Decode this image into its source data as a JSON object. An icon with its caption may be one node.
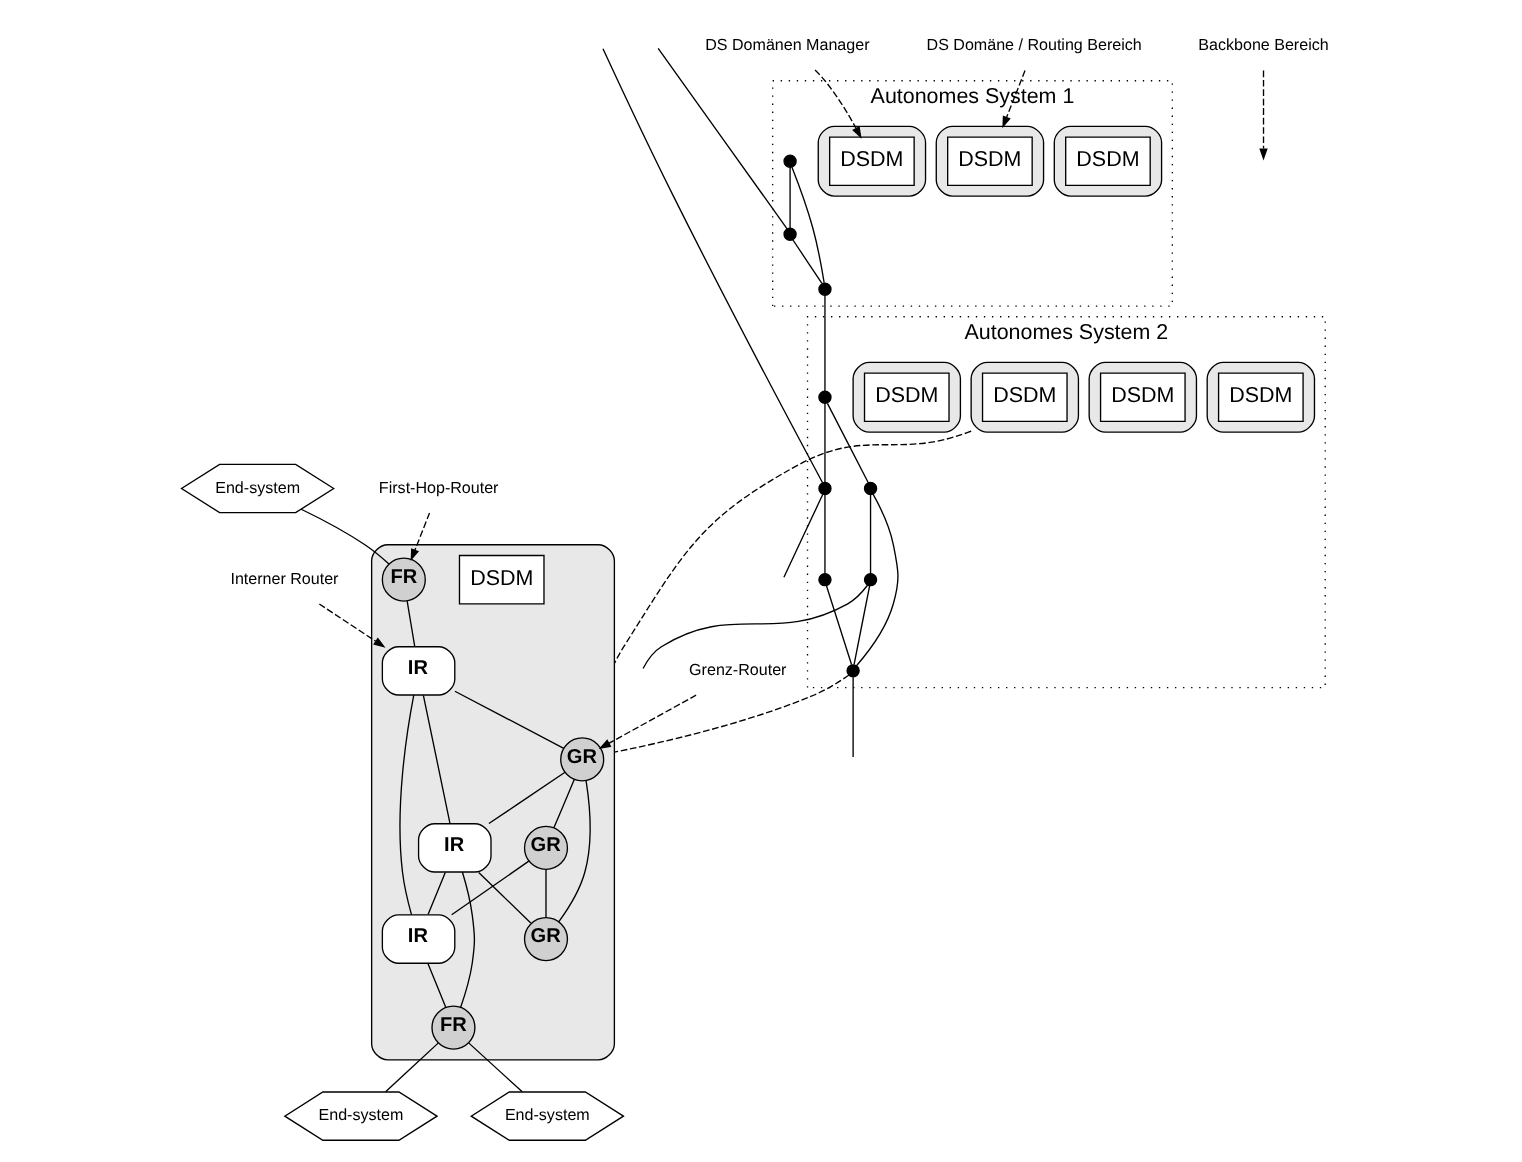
{
  "diagram": {
    "nodes": [
      {
        "text": [
          "Autonomes System 1"
        ]
      },
      {
        "text": [],
        "shape": "ellipse",
        "in": 0
      },
      {
        "text": [
          "DSDM"
        ],
        "in": 1
      },
      {
        "text": [],
        "shape": "ellipse",
        "in": 0
      },
      {
        "text": [
          "DSDM"
        ],
        "in": 3
      },
      {
        "text": [],
        "shape": "ellipse",
        "in": 0
      },
      {
        "text": [
          "DSDM"
        ],
        "in": 5
      },
      {
        "text": [
          "Autonomes System 2"
        ]
      },
      {
        "text": [],
        "shape": "ellipse",
        "in": 7
      },
      {
        "text": [
          "DSDM"
        ],
        "in": 8
      },
      {
        "text": [],
        "shape": "ellipse",
        "in": 7
      },
      {
        "text": [
          "DSDM"
        ],
        "in": 10
      },
      {
        "text": [],
        "shape": "ellipse",
        "in": 7
      },
      {
        "text": [
          "DSDM"
        ],
        "in": 12
      },
      {
        "text": [],
        "shape": "ellipse",
        "in": 7
      },
      {
        "text": [
          "DSDM"
        ],
        "in": 14
      },
      {
        "text": [],
        "shape": "circle",
        "in": 0
      },
      {
        "text": [],
        "shape": "circle",
        "in": 0
      },
      {
        "text": [],
        "shape": "circle",
        "in": 0
      },
      {
        "text": [],
        "shape": "circle",
        "in": 7
      },
      {
        "text": [],
        "shape": "circle",
        "in": 7
      },
      {
        "text": [],
        "shape": "circle",
        "in": 7
      },
      {
        "text": [],
        "shape": "circle",
        "in": 7
      },
      {
        "text": [],
        "shape": "circle",
        "in": 7
      },
      {
        "text": [],
        "shape": "circle",
        "in": 7
      },
      {
        "text": [
          "Backbone Bereich"
        ]
      },
      {
        "text": [
          "DS Domänen Manager"
        ]
      },
      {
        "text": [
          "DS Domäne / Routing Bereich"
        ]
      },
      {
        "text": [],
        "shape": "ellipse"
      },
      {
        "text": [
          "GR"
        ],
        "in": 28
      },
      {
        "text": [
          "DSDM"
        ],
        "in": 28
      },
      {
        "text": [
          "GR"
        ],
        "in": 28
      },
      {
        "text": [
          "FR"
        ],
        "in": 28
      },
      {
        "text": [
          "IR"
        ],
        "in": 28
      },
      {
        "text": [
          "IR"
        ],
        "in": 28
      },
      {
        "text": [
          "GR"
        ],
        "in": 28
      },
      {
        "text": [
          "IR"
        ],
        "in": 28
      },
      {
        "text": [
          "FR"
        ],
        "in": 28
      },
      {
        "text": [
          "End-system"
        ]
      },
      {
        "text": [
          "End-system"
        ]
      },
      {
        "text": [
          "End-system"
        ]
      },
      {
        "text": [
          "Grenz-Router"
        ]
      },
      {
        "text": [
          "First-Hop-Router"
        ]
      },
      {
        "text": [
          "Interner Router"
        ]
      }
    ],
    "edges": [
      {
        "from": null,
        "to": 17,
        "arrow": "none"
      },
      {
        "from": 16,
        "to": 17,
        "arrow": "none"
      },
      {
        "from": 16,
        "to": 18,
        "arrow": "none"
      },
      {
        "from": 17,
        "to": 18,
        "arrow": "none"
      },
      {
        "from": 18,
        "to": 19,
        "arrow": "none"
      },
      {
        "from": 19,
        "to": 20,
        "arrow": "none"
      },
      {
        "from": 20,
        "to": null,
        "arrow": "none"
      },
      {
        "from": 19,
        "to": 22,
        "arrow": "none"
      },
      {
        "from": 20,
        "to": 21,
        "arrow": "none"
      },
      {
        "from": 20,
        "to": null,
        "arrow": "none"
      },
      {
        "from": 21,
        "to": 23,
        "arrow": "none"
      },
      {
        "from": 22,
        "to": 23,
        "arrow": "none"
      },
      {
        "from": 22,
        "to": 24,
        "arrow": "none"
      },
      {
        "from": 24,
        "to": 23,
        "arrow": "none"
      },
      {
        "from": 24,
        "to": null,
        "arrow": "none"
      },
      {
        "from": 23,
        "to": null,
        "arrow": "none"
      },
      {
        "from": 25,
        "to": null,
        "arrow": "to",
        "style": "dashed"
      },
      {
        "from": 26,
        "to": 4,
        "arrow": "to",
        "style": "dashed"
      },
      {
        "from": 27,
        "to": 5,
        "arrow": "to",
        "style": "dashed"
      },
      {
        "from": 12,
        "to": 28,
        "arrow": "none",
        "style": "dashed"
      },
      {
        "from": 23,
        "to": 28,
        "arrow": "none",
        "style": "dashed"
      },
      {
        "from": 41,
        "to": 29,
        "arrow": "to",
        "style": "dashed"
      },
      {
        "from": 42,
        "to": 32,
        "arrow": "to",
        "style": "dashed"
      },
      {
        "from": 43,
        "to": 33,
        "arrow": "to",
        "style": "dashed"
      },
      {
        "from": 38,
        "to": 32,
        "arrow": "none"
      },
      {
        "from": 32,
        "to": 33,
        "arrow": "none"
      },
      {
        "from": 33,
        "to": 29,
        "arrow": "none"
      },
      {
        "from": 33,
        "to": 34,
        "arrow": "none"
      },
      {
        "from": 33,
        "to": 36,
        "arrow": "none"
      },
      {
        "from": 29,
        "to": 34,
        "arrow": "none"
      },
      {
        "from": 29,
        "to": 31,
        "arrow": "none"
      },
      {
        "from": 29,
        "to": 35,
        "arrow": "none"
      },
      {
        "from": 34,
        "to": 31,
        "arrow": "none"
      },
      {
        "from": 34,
        "to": 36,
        "arrow": "none"
      },
      {
        "from": 34,
        "to": 37,
        "arrow": "none"
      },
      {
        "from": 35,
        "to": 31,
        "arrow": "none"
      },
      {
        "from": 35,
        "to": 36,
        "arrow": "none"
      },
      {
        "from": 36,
        "to": 37,
        "arrow": "none"
      },
      {
        "from": 37,
        "to": 39,
        "arrow": "none"
      },
      {
        "from": 37,
        "to": 40,
        "arrow": "none"
      }
    ]
  }
}
